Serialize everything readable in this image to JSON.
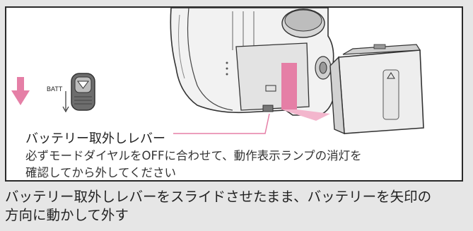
{
  "figure": {
    "batt_label": "BATT",
    "lever_label": "バッテリー取外しレバー",
    "note_line1": "必ずモードダイヤルをOFFに合わせて、動作表示ランプの消灯を",
    "note_line2": "確認してから外してください"
  },
  "caption": {
    "line1": "バッテリー取外しレバーをスライドさせたまま、バッテリーを矢印の",
    "line2": "方向に動かして外す"
  },
  "colors": {
    "arrow": "#e57fa6",
    "background": "#e6e6e6",
    "frame": "#2a2a2a"
  }
}
